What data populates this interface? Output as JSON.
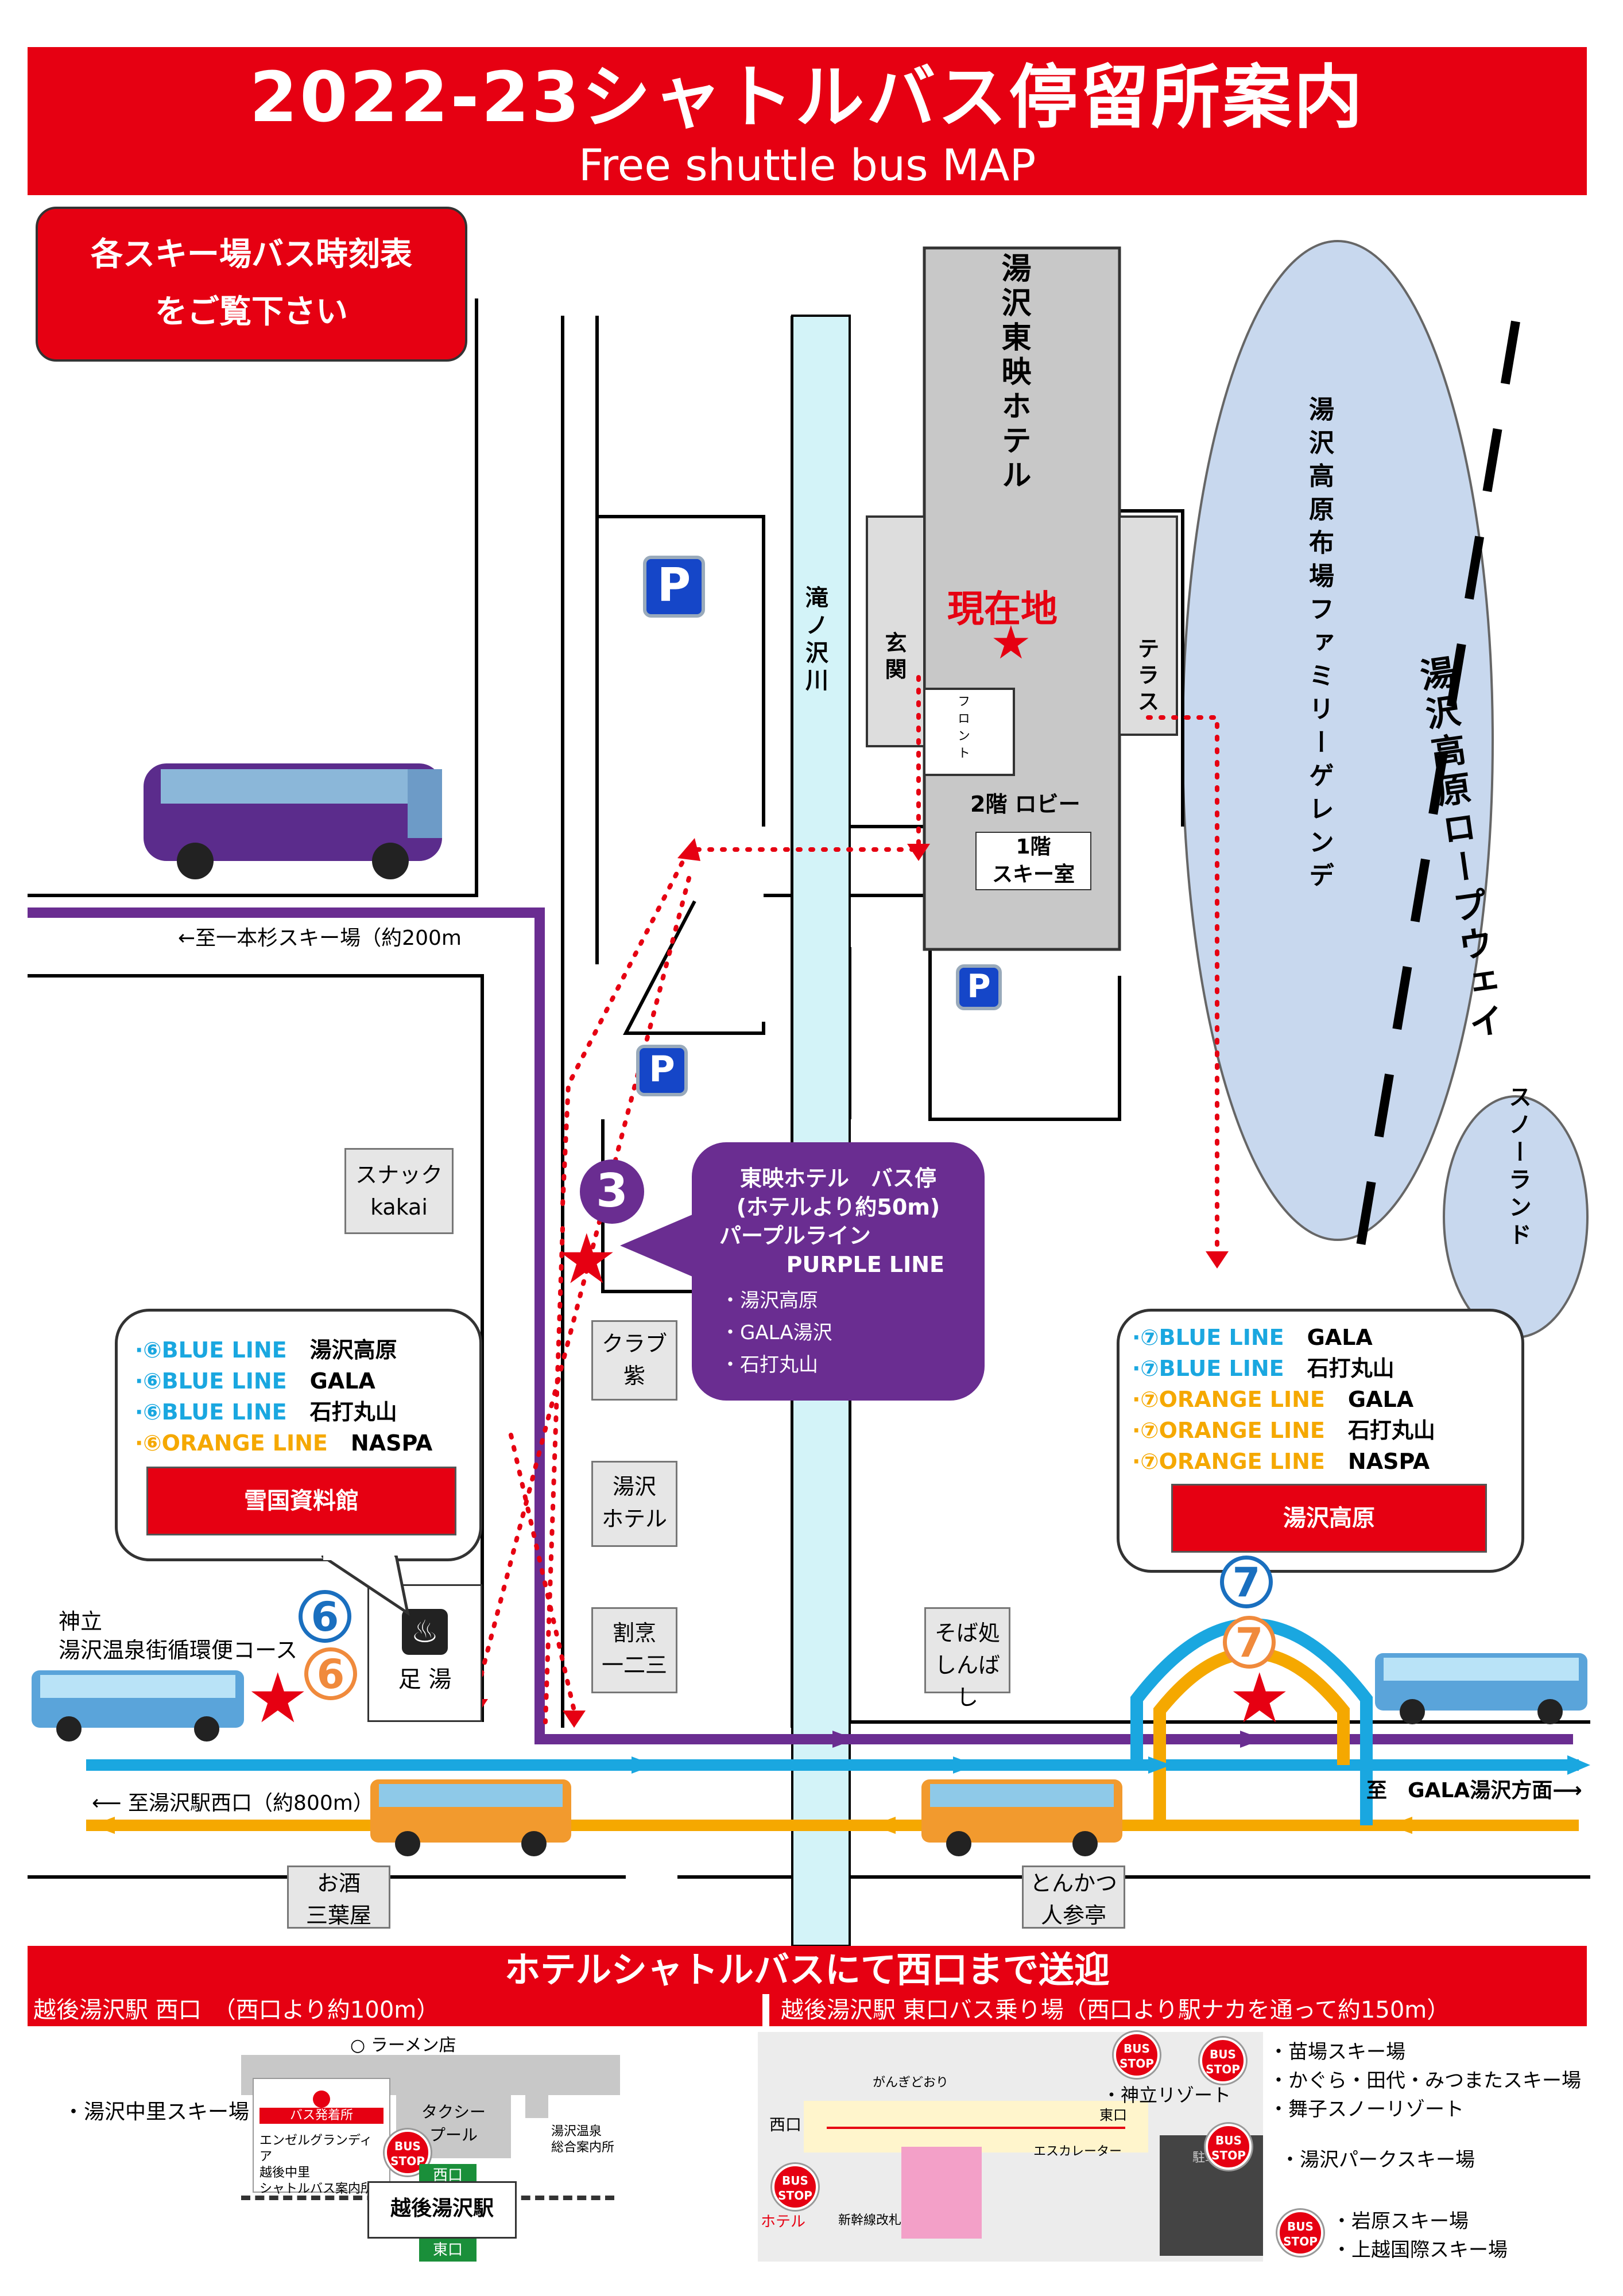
{
  "header": {
    "title": "2022-23シャトルバス停留所案内",
    "subtitle": "Free shuttle bus MAP"
  },
  "timetable_note": {
    "line1": "各スキー場バス時刻表",
    "line2": "をご覧下さい"
  },
  "buildings": {
    "hotel": "湯沢東映ホテル",
    "current_location": "現在地",
    "river": "滝ノ沢川",
    "entrance": "玄関",
    "front": "フロント",
    "lobby": "2階 ロビー",
    "ski_room_line1": "1階",
    "ski_room_line2": "スキー室",
    "terrace": "テラス",
    "family_slope": "湯沢高原布場ファミリーゲレンデ",
    "ropeway": "湯沢高原ロープウェイ",
    "snowland": "スノーランド",
    "snack": "スナック\nkakai",
    "snack_l1": "スナック",
    "snack_l2": "kakai",
    "club_l1": "クラブ",
    "club_l2": "紫",
    "yuzawa_hotel_l1": "湯沢",
    "yuzawa_hotel_l2": "ホテル",
    "kappo_l1": "割烹",
    "kappo_l2": "一二三",
    "soba_l1": "そば処",
    "soba_l2": "しんばし",
    "sake_l1": "お酒",
    "sake_l2": "三葉屋",
    "tonkatsu_l1": "とんかつ",
    "tonkatsu_l2": "人参亭",
    "ashiyu": "足 湯",
    "parking": "P"
  },
  "directions": {
    "ipponsugi": "←至一本杉スキー場（約200m",
    "nishiguchi": "⟵ 至湯沢駅西口（約800m）",
    "gala": "至　GALA湯沢方面⟶",
    "kandatsu_l1": "神立",
    "kandatsu_l2": "湯沢温泉街循環便コース"
  },
  "stop3": {
    "number": "3",
    "title": "東映ホテル　バス停",
    "distance": "(ホテルより約50m)",
    "line_jp": "パープルライン",
    "line_en": "PURPLE LINE",
    "dest1": "・湯沢高原",
    "dest2": "・GALA湯沢",
    "dest3": "・石打丸山"
  },
  "stop6": {
    "number": "6",
    "items": [
      {
        "line": "·⑥BLUE LINE",
        "dest": "湯沢高原",
        "color": "blue"
      },
      {
        "line": "·⑥BLUE LINE",
        "dest": "GALA",
        "color": "blue"
      },
      {
        "line": "·⑥BLUE LINE",
        "dest": "石打丸山",
        "color": "blue"
      },
      {
        "line": "·⑥ORANGE LINE",
        "dest": "NASPA",
        "color": "orange"
      }
    ],
    "place": "雪国資料館"
  },
  "stop7": {
    "number": "7",
    "items": [
      {
        "line": "·⑦BLUE LINE",
        "dest": "GALA",
        "color": "blue"
      },
      {
        "line": "·⑦BLUE LINE",
        "dest": "石打丸山",
        "color": "blue"
      },
      {
        "line": "·⑦ORANGE LINE",
        "dest": "GALA",
        "color": "orange"
      },
      {
        "line": "·⑦ORANGE LINE",
        "dest": "石打丸山",
        "color": "orange"
      },
      {
        "line": "·⑦ORANGE LINE",
        "dest": "NASPA",
        "color": "orange"
      }
    ],
    "place": "湯沢高原"
  },
  "bottom": {
    "banner": "ホテルシャトルバスにて西口まで送迎",
    "west_title": "越後湯沢駅 西口　（西口より約100m）",
    "east_title": "越後湯沢駅 東口バス乗り場（西口より駅ナカを通って約150m）",
    "ramen": "○ ラーメン店",
    "nakazato": "・湯沢中里スキー場",
    "bus_office": "バス発着所",
    "angel_l1": "エンゼルグランディア",
    "angel_l2": "越後中里",
    "angel_l3": "シャトルバス案内所",
    "taxi_l1": "タクシー",
    "taxi_l2": "プール",
    "info_l1": "湯沢温泉",
    "info_l2": "総合案内所",
    "hotel_label": "ホテル",
    "nishiguchi": "西口",
    "station": "越後湯沢駅",
    "higashiguchi": "東口",
    "bus_stop": "BUS STOP",
    "gandogi": "がんぎどおり",
    "west_exit": "西口",
    "escalator": "エスカレーター",
    "shinkansen": "新幹線改札",
    "east_exit": "東口",
    "parking_lot": "駐車場",
    "e1": "・苗場スキー場",
    "e2": "・かぐら・田代・みつまたスキー場",
    "e3": "・舞子スノーリゾート",
    "e4": "・神立リゾート",
    "e5": "・湯沢パークスキー場",
    "e6": "・岩原スキー場",
    "e7": "・上越国際スキー場"
  },
  "colors": {
    "red": "#e60012",
    "purple": "#6a2d91",
    "blue": "#1aa7e0",
    "orange": "#f5a800",
    "river": "#d3f3f8",
    "lake": "#c8d8ee"
  }
}
